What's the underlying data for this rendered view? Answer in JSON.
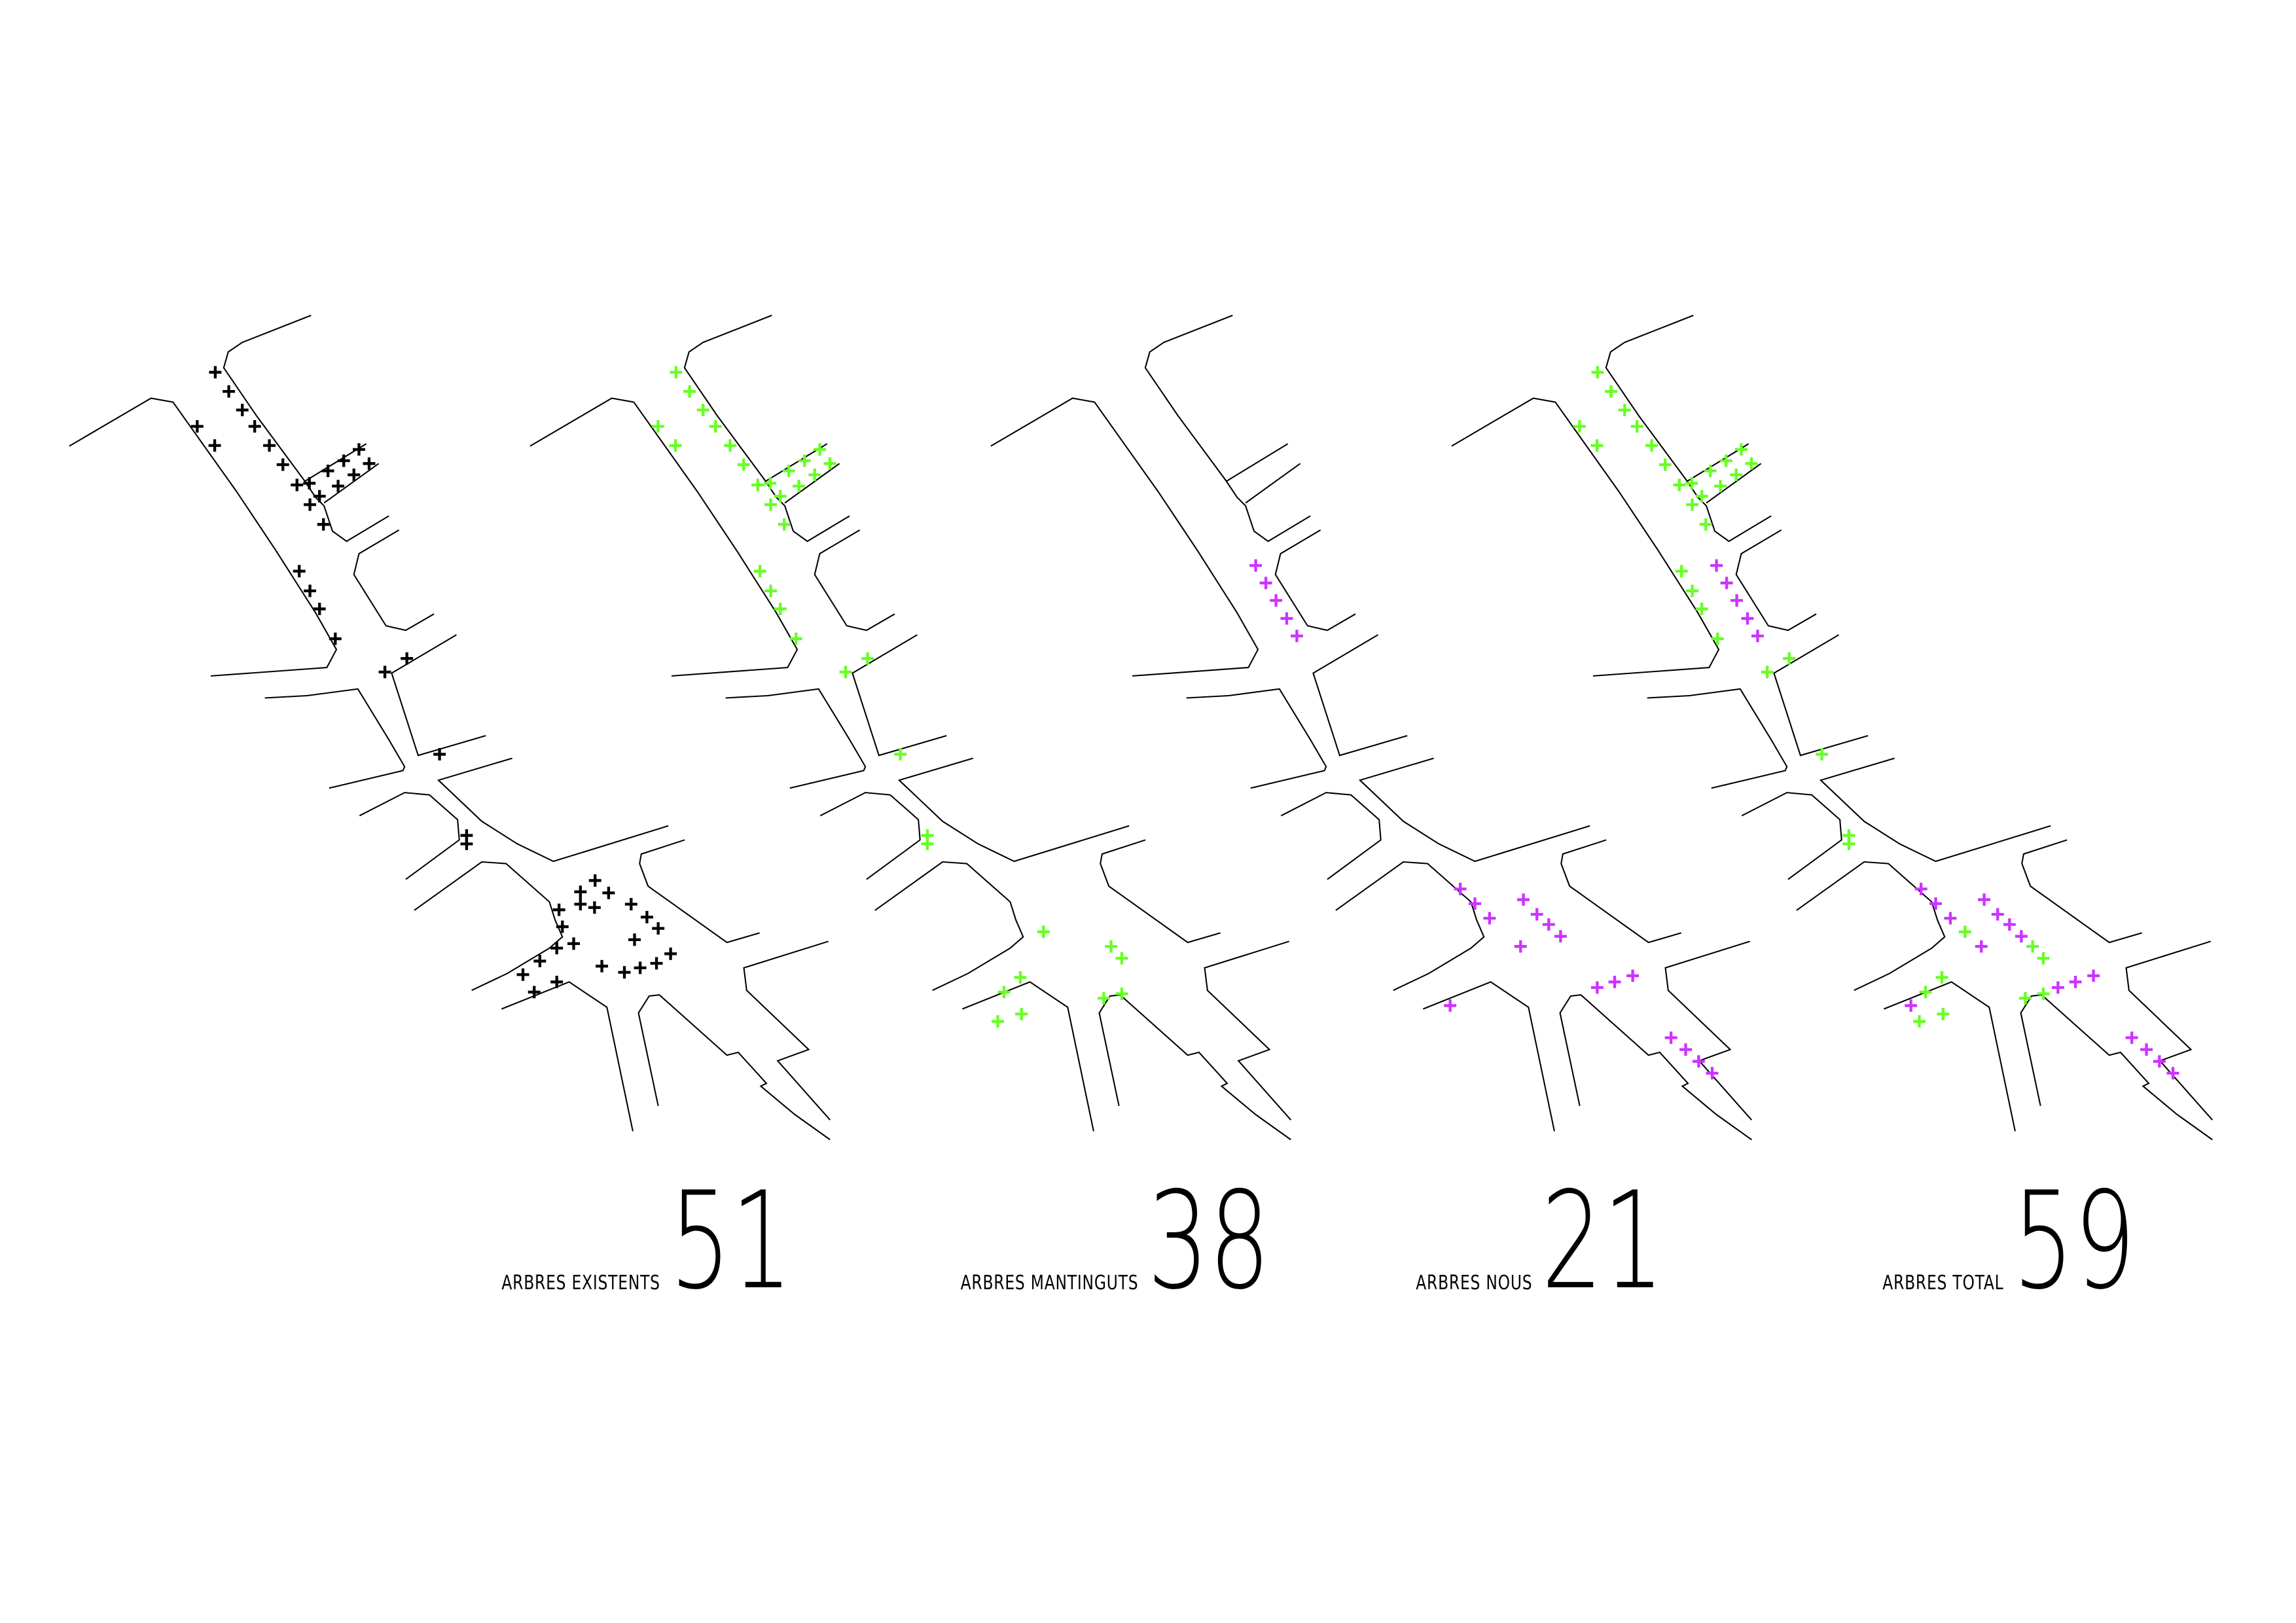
{
  "colors": {
    "existing": "#000000",
    "kept": "#66ff22",
    "new": "#cc33ff",
    "streets": "#000000"
  },
  "panels": [
    {
      "label": "ARBRES EXISTENTS",
      "count": "51",
      "layers": [
        "existing"
      ]
    },
    {
      "label": "ARBRES MANTINGUTS",
      "count": "38",
      "layers": [
        "kept"
      ]
    },
    {
      "label": "ARBRES NOUS",
      "count": "21",
      "layers": [
        "new"
      ]
    },
    {
      "label": "ARBRES TOTAL",
      "count": "59",
      "layers": [
        "kept",
        "new"
      ]
    }
  ]
}
